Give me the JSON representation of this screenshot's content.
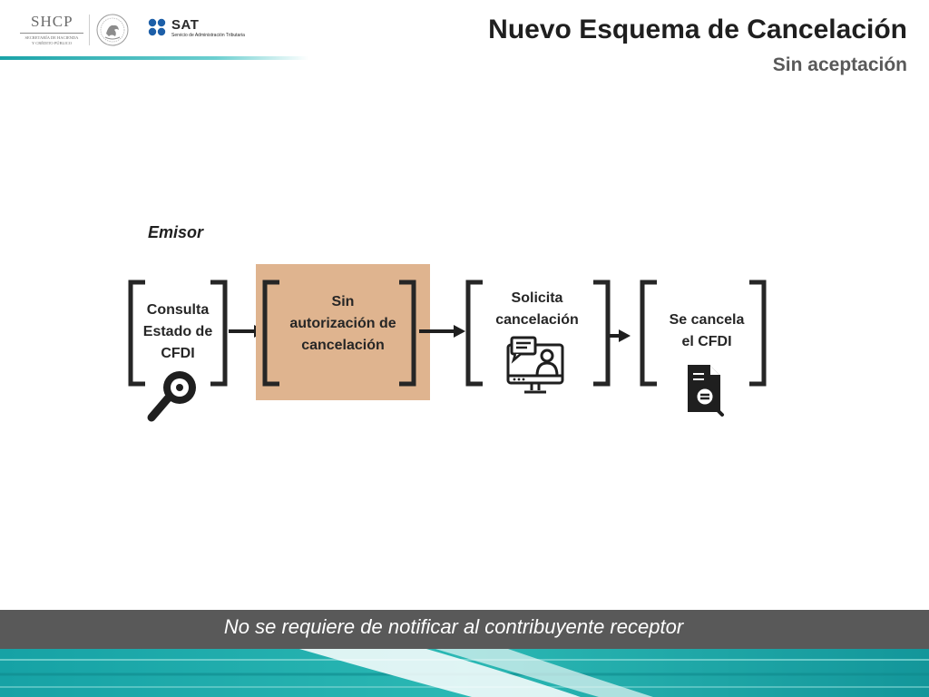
{
  "header": {
    "title": "Nuevo Esquema de Cancelación",
    "subtitle": "Sin aceptación",
    "logo_shcp": "SHCP",
    "logo_shcp_sub1": "SECRETARÍA DE HACIENDA",
    "logo_shcp_sub2": "Y CRÉDITO PÚBLICO",
    "logo_sat": "SAT",
    "logo_sat_sub": "Servicio de Administración Tributaria",
    "icons": [
      "mexico-seal-icon",
      "sat-dots-icon"
    ]
  },
  "diagram": {
    "actor_label": "Emisor",
    "steps": [
      {
        "line1": "Consulta",
        "line2": "Estado de",
        "line3": "CFDI",
        "icon": "magnifier-icon",
        "highlighted": false
      },
      {
        "line1": "Sin",
        "line2": "autorización de",
        "line3": "cancelación",
        "icon": "",
        "highlighted": true
      },
      {
        "line1": "Solicita",
        "line2": "cancelación",
        "icon": "computer-user-chat-icon",
        "highlighted": false
      },
      {
        "line1": "Se cancela",
        "line2": "el CFDI",
        "icon": "document-search-icon",
        "highlighted": false
      }
    ],
    "highlight_color": "#dfb48f"
  },
  "footer": {
    "note": "No se requiere de notificar al contribuyente receptor",
    "bar_color": "#595959",
    "accent_color": "#1aa3a8"
  }
}
